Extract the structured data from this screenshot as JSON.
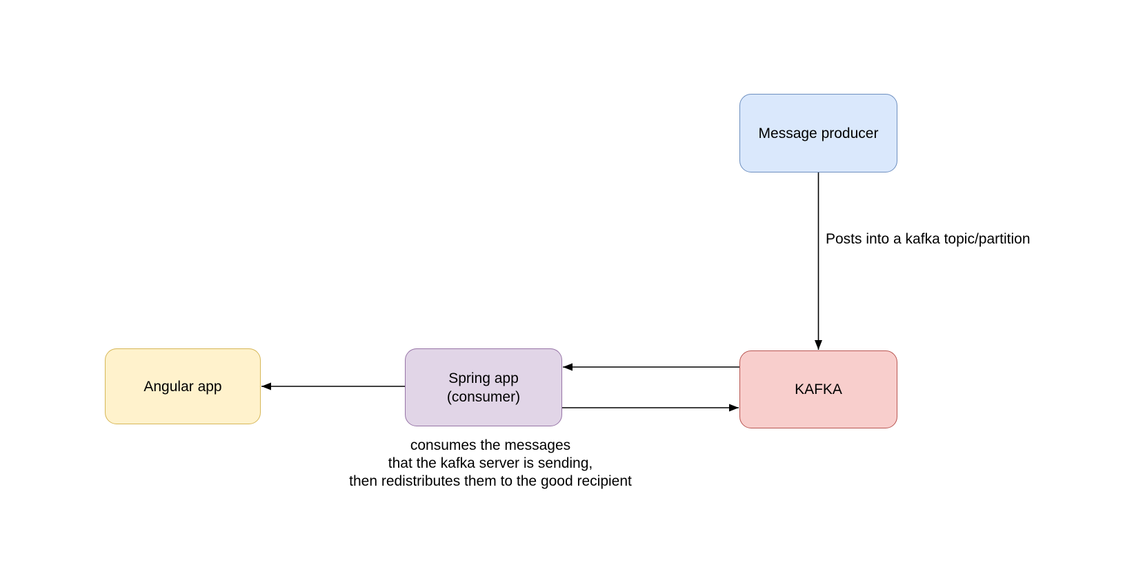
{
  "diagram": {
    "background_color": "#ffffff",
    "line_color": "#000000",
    "nodes": {
      "message_producer": {
        "label": "Message producer",
        "fill": "#dae8fc",
        "stroke": "#6c8ebf"
      },
      "kafka": {
        "label": "KAFKA",
        "fill": "#f8cecc",
        "stroke": "#b85450"
      },
      "spring_app": {
        "label_line1": "Spring app",
        "label_line2": "(consumer)",
        "fill": "#e1d5e7",
        "stroke": "#9673a6"
      },
      "angular_app": {
        "label": "Angular app",
        "fill": "#fff2cc",
        "stroke": "#d6b656"
      }
    },
    "edges": {
      "producer_to_kafka": {
        "label": "Posts into a kafka topic/partition",
        "from": "message_producer",
        "to": "kafka"
      },
      "kafka_to_spring": {
        "from": "kafka",
        "to": "spring_app"
      },
      "spring_to_kafka": {
        "from": "spring_app",
        "to": "kafka"
      },
      "spring_to_angular": {
        "from": "spring_app",
        "to": "angular_app"
      }
    },
    "caption": {
      "line1": "consumes the messages",
      "line2": "that the kafka server is sending,",
      "line3": "then redistributes them to the good recipient"
    }
  }
}
